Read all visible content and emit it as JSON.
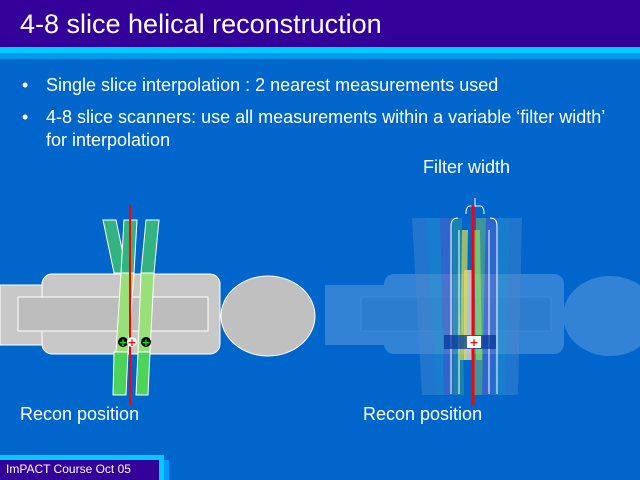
{
  "slide": {
    "title": "4-8 slice helical reconstruction",
    "bullets": [
      {
        "marker": "•",
        "text": "Single slice interpolation : 2 nearest measurements used"
      },
      {
        "marker": "•",
        "text": "4-8 slice scanners: use all measurements within a variable ‘filter width’ for interpolation"
      }
    ],
    "filter_width_label": "Filter width",
    "left_diagram": {
      "caption": "Recon position"
    },
    "right_diagram": {
      "caption": "Recon position"
    },
    "footer": "ImPACT Course Oct 05"
  },
  "colors": {
    "title_bar": "#330099",
    "background": "#0066cc",
    "stripe": "#00ccff",
    "recon_line": "#ff0000",
    "slice_dark_green": "#33b380",
    "slice_light_green": "#99e07a",
    "phantom_grey": "#c8c8c8"
  }
}
